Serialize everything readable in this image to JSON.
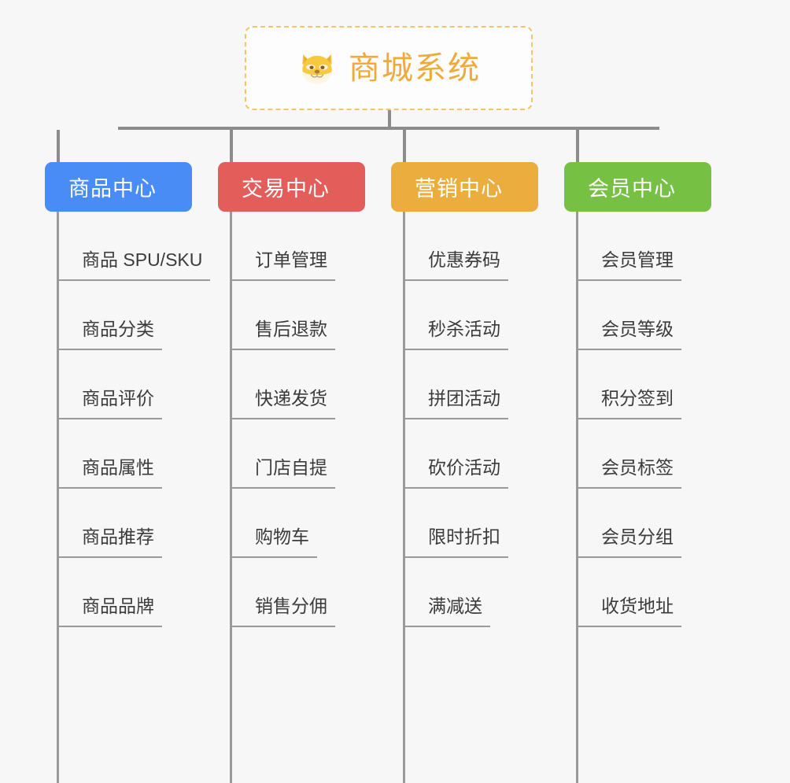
{
  "root": {
    "title": "商城系统",
    "icon": "shiba-dog-icon",
    "border_color": "#f3c46a",
    "text_color": "#eeab3b"
  },
  "connector_color": "#8c8c8c",
  "background_color": "#f7f7f7",
  "columns": [
    {
      "title": "商品中心",
      "color": "#4a8cf5",
      "items": [
        "商品 SPU/SKU",
        "商品分类",
        "商品评价",
        "商品属性",
        "商品推荐",
        "商品品牌"
      ]
    },
    {
      "title": "交易中心",
      "color": "#e35d5b",
      "items": [
        "订单管理",
        "售后退款",
        "快递发货",
        "门店自提",
        "购物车",
        "销售分佣"
      ]
    },
    {
      "title": "营销中心",
      "color": "#eaad3e",
      "items": [
        "优惠券码",
        "秒杀活动",
        "拼团活动",
        "砍价活动",
        "限时折扣",
        "满减送"
      ]
    },
    {
      "title": "会员中心",
      "color": "#76c044",
      "items": [
        "会员管理",
        "会员等级",
        "积分签到",
        "会员标签",
        "会员分组",
        "收货地址"
      ]
    }
  ]
}
